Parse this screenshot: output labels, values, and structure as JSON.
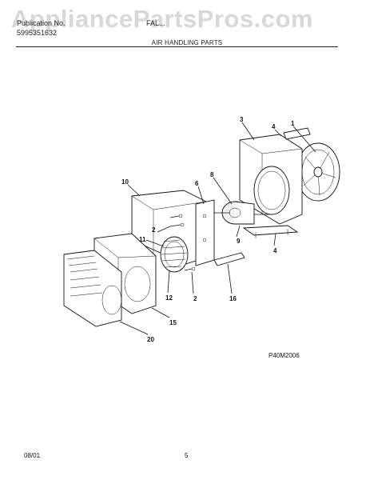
{
  "header": {
    "watermark": "AppliancePartsPros.com",
    "publication_label": "Publication No.",
    "publication_number": "5995351632",
    "model": "FAL...",
    "section_title": "AIR HANDLING PARTS"
  },
  "callouts": [
    "1",
    "3",
    "4",
    "8",
    "6",
    "10",
    "2",
    "11",
    "9",
    "4",
    "12",
    "2",
    "16",
    "15",
    "20"
  ],
  "diagram_code": "P40M2006",
  "footer": {
    "date": "08/01",
    "page": "5"
  }
}
